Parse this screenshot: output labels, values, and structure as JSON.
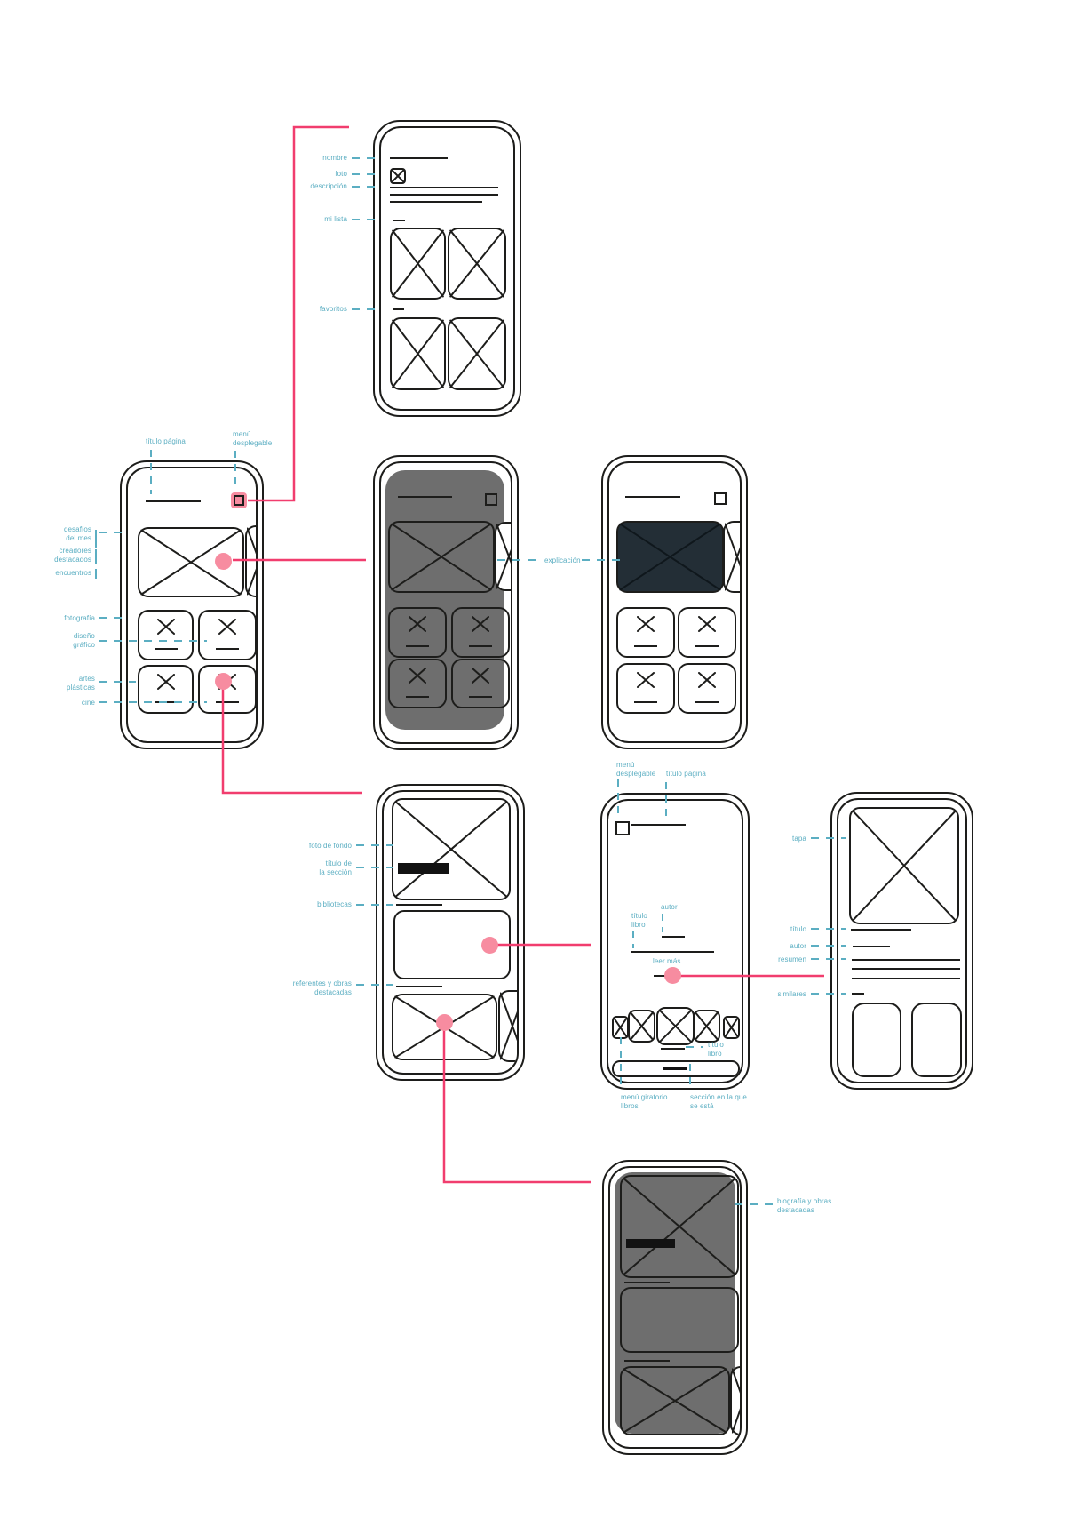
{
  "title": "wireframes-flujo-app",
  "palette": {
    "ink": "#1d1d1b",
    "cyan": "#5BAEC2",
    "pink": "#F13D6E",
    "pinksoft": "#F78CA0",
    "gray": "#6E6E6E",
    "dark": "#232E36"
  },
  "annotations": {
    "profile": {
      "nombre": "nombre",
      "foto": "foto",
      "descripcion": "descripción",
      "mi_lista": "mi lista",
      "favoritos": "favoritos"
    },
    "home": {
      "titulo_pagina": "título página",
      "menu_desplegable": "menú\ndesplegable",
      "desafios": "desafíos\ndel mes",
      "creadores": "creadores\ndestacados",
      "encuentros": "encuentros",
      "fotografia": "fotografía",
      "diseno": "diseño\ngráfico",
      "artes": "artes\nplásticas",
      "cine": "cine"
    },
    "menu_overlay": {
      "explicacion": "explicación"
    },
    "seccion": {
      "foto_de_fondo": "foto de fondo",
      "titulo_seccion": "título de\nla sección",
      "bibliotecas": "bibliotecas",
      "referentes": "referentes y obras\ndestacadas"
    },
    "libro": {
      "menu_desplegable": "menú\ndesplegable",
      "titulo_pagina": "título página",
      "autor": "autor",
      "titulo_libro": "título\nlibro",
      "leer_mas": "leer más",
      "titulo_libro_carrusel": "título\nlibro",
      "menu_giratorio": "menú giratorio\nlibros",
      "seccion_actual": "sección en la que\nse está"
    },
    "ficha": {
      "tapa": "tapa",
      "titulo": "título",
      "autor": "autor",
      "resumen": "resumen",
      "similares": "similares"
    },
    "autor_bio": {
      "biografia": "biografía y obras\ndestacadas"
    }
  }
}
